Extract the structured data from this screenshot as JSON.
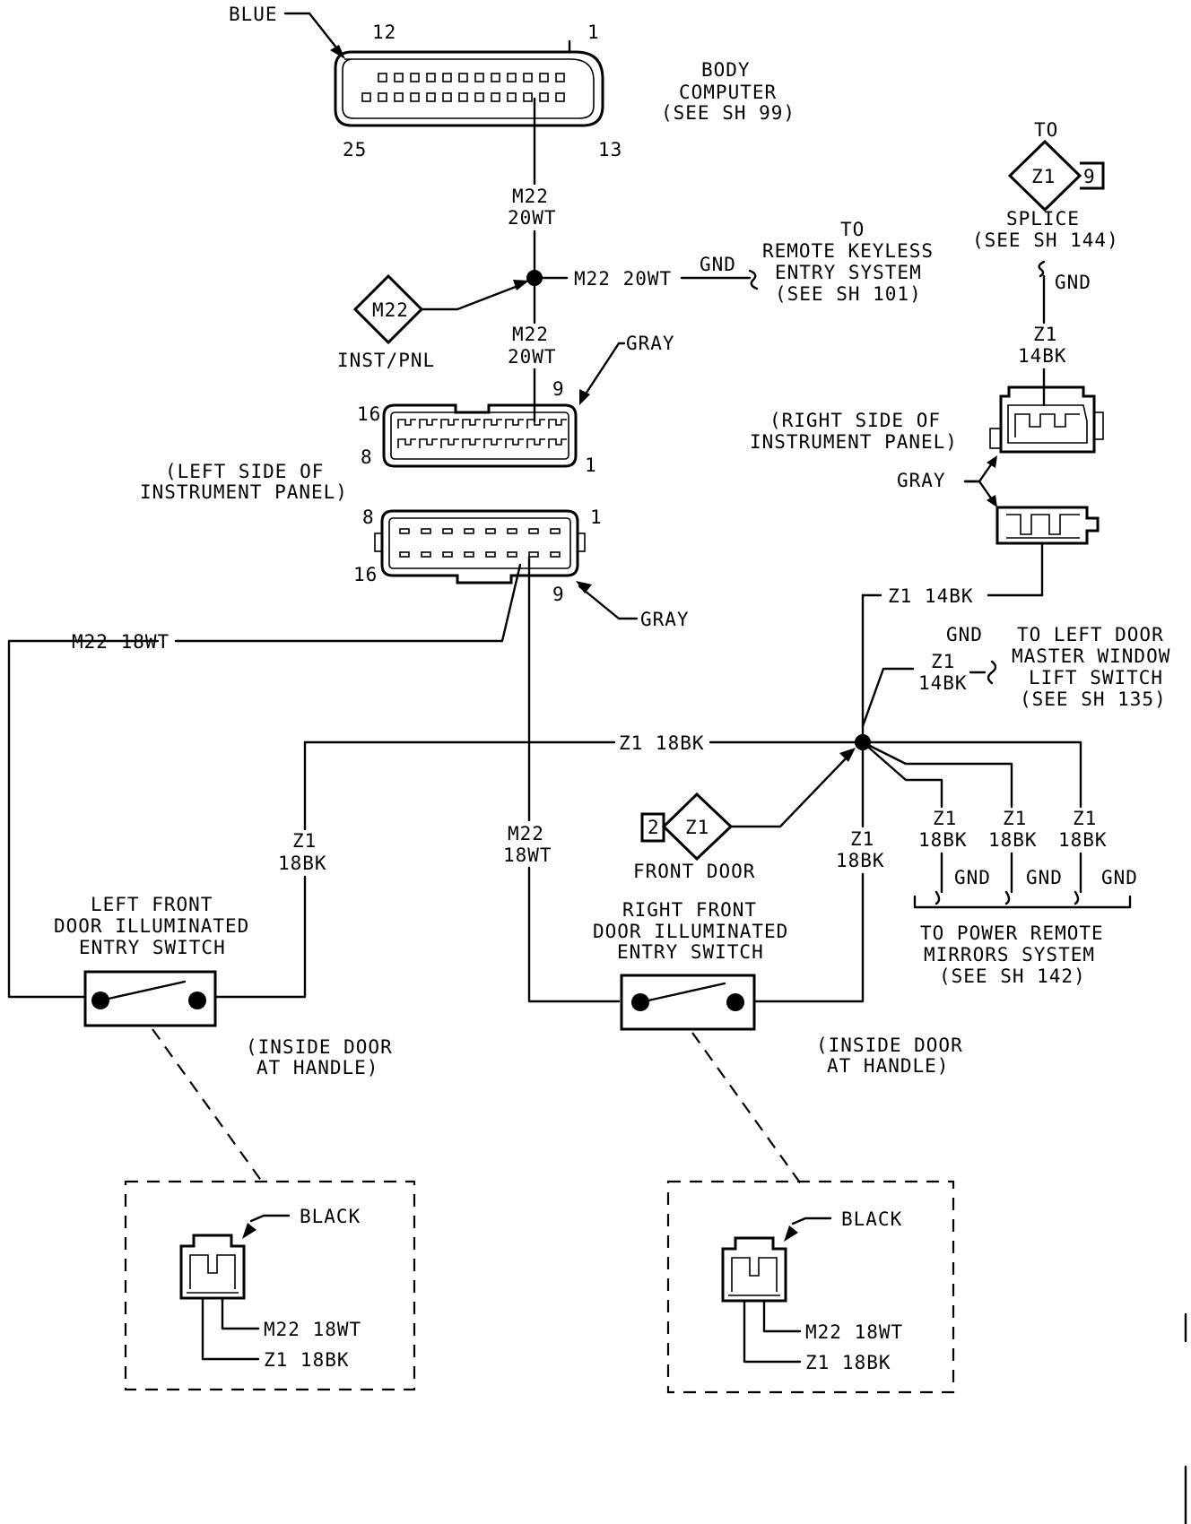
{
  "body_computer": {
    "color_label": "BLUE",
    "pin_12": "12",
    "pin_1": "1",
    "pin_25": "25",
    "pin_13": "13",
    "title_1": "BODY",
    "title_2": "COMPUTER",
    "title_3": "(SEE SH 99)"
  },
  "top_wire": {
    "code": "M22",
    "gauge": "20WT"
  },
  "splice_m22": {
    "diamond": "M22",
    "label": "INST/PNL",
    "right_wire": "M22 20WT",
    "gnd": "GND",
    "below_code": "M22",
    "below_gauge": "20WT"
  },
  "remote_keyless": {
    "l1": "TO",
    "l2": "REMOTE KEYLESS",
    "l3": "ENTRY SYSTEM",
    "l4": "(SEE SH 101)"
  },
  "z1_splice": {
    "to": "TO",
    "diamond": "Z1",
    "pin": "9",
    "l1": "SPLICE",
    "l2": "(SEE SH 144)",
    "gnd": "GND",
    "wire_code": "Z1",
    "wire_gauge": "14BK"
  },
  "left_connector": {
    "color_upper": "GRAY",
    "color_lower": "GRAY",
    "pin_16": "16",
    "pin_9": "9",
    "pin_8": "8",
    "pin_1": "1",
    "pin_8b": "8",
    "pin_1b": "1",
    "pin_16b": "16",
    "pin_9b": "9",
    "loc_1": "(LEFT SIDE OF",
    "loc_2": "INSTRUMENT PANEL)"
  },
  "right_connector": {
    "loc_1": "(RIGHT SIDE OF",
    "loc_2": "INSTRUMENT PANEL)",
    "color": "GRAY",
    "wire": "Z1 14BK"
  },
  "left_door_master": {
    "gnd": "GND",
    "wire_code": "Z1",
    "wire_gauge": "14BK",
    "l1": "TO LEFT DOOR",
    "l2": "MASTER WINDOW",
    "l3": "LIFT SWITCH",
    "l4": "(SEE SH 135)"
  },
  "wires": {
    "m22_18wt": "M22 18WT",
    "z1_18bk": "Z1 18BK",
    "left_z1": "Z1",
    "left_18bk": "18BK",
    "mid_m22": "M22",
    "mid_18wt": "18WT",
    "right_z1": "Z1",
    "right_18bk": "18BK"
  },
  "front_door": {
    "pin": "2",
    "diamond": "Z1",
    "label": "FRONT DOOR"
  },
  "mirrors": {
    "w1_code": "Z1",
    "w1_gauge": "18BK",
    "w2_code": "Z1",
    "w2_gauge": "18BK",
    "w3_code": "Z1",
    "w3_gauge": "18BK",
    "gnd1": "GND",
    "gnd2": "GND",
    "gnd3": "GND",
    "l1": "TO POWER REMOTE",
    "l2": "MIRRORS SYSTEM",
    "l3": "(SEE SH 142)"
  },
  "left_switch": {
    "l1": "LEFT FRONT",
    "l2": "DOOR ILLUMINATED",
    "l3": "ENTRY SWITCH",
    "loc_1": "(INSIDE DOOR",
    "loc_2": "AT HANDLE)"
  },
  "right_switch": {
    "l1": "RIGHT FRONT",
    "l2": "DOOR ILLUMINATED",
    "l3": "ENTRY SWITCH",
    "loc_1": "(INSIDE DOOR",
    "loc_2": "AT HANDLE)"
  },
  "left_detail": {
    "color": "BLACK",
    "w1": "M22 18WT",
    "w2": "Z1 18BK"
  },
  "right_detail": {
    "color": "BLACK",
    "w1": "M22 18WT",
    "w2": "Z1 18BK"
  }
}
